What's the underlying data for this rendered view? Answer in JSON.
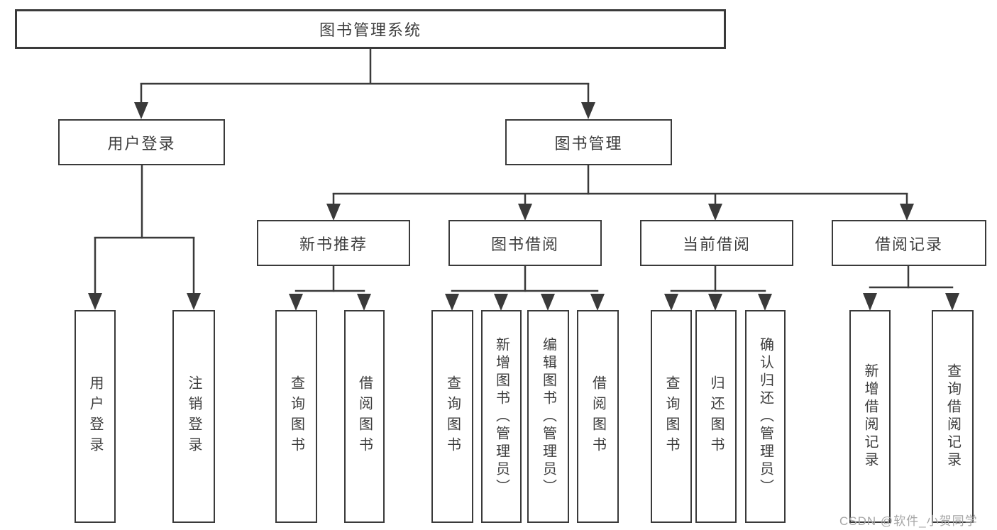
{
  "tree": {
    "root": "图书管理系统",
    "children": [
      {
        "label": "用户登录",
        "children": [
          "用户登录",
          "注销登录"
        ]
      },
      {
        "label": "图书管理",
        "children": [
          {
            "label": "新书推荐",
            "children": [
              "查询图书",
              "借阅图书"
            ]
          },
          {
            "label": "图书借阅",
            "children": [
              "查询图书",
              "新增图书（管理员）",
              "编辑图书（管理员）",
              "借阅图书"
            ]
          },
          {
            "label": "当前借阅",
            "children": [
              "查询图书",
              "归还图书",
              "确认归还（管理员）"
            ]
          },
          {
            "label": "借阅记录",
            "children": [
              "新增借阅记录",
              "查询借阅记录"
            ]
          }
        ]
      }
    ]
  },
  "watermark": {
    "text": "CSDN @软件_小贺同学"
  },
  "colors": {
    "line": "#3a3a3a",
    "text": "#3d3d3d",
    "watermark": "#a6a6a6",
    "background": "#ffffff"
  }
}
